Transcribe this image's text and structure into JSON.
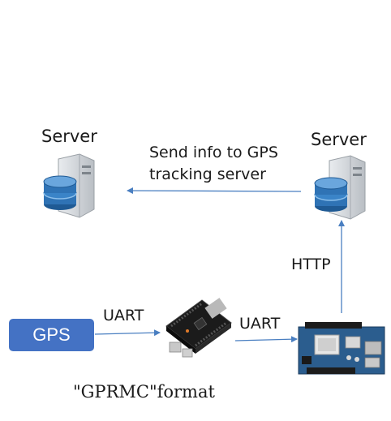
{
  "nodes": {
    "server_left": {
      "label": "Server"
    },
    "server_right": {
      "label": "Server"
    },
    "gps": {
      "label": "GPS"
    },
    "format_caption": "\"GPRMC\"format"
  },
  "edges": {
    "gps_to_board": "UART",
    "board_to_edison": "UART",
    "edison_to_server": "HTTP",
    "server_to_server_line1": "Send info to GPS",
    "server_to_server_line2": "tracking server"
  },
  "colors": {
    "arrow": "#4a7fc1",
    "gps_box": "#4472c4",
    "server_body": "#cfd3d8",
    "database": "#2f73b5"
  },
  "icons": [
    "server-icon",
    "database-icon",
    "beaglebone-board-icon",
    "intel-edison-board-icon"
  ]
}
